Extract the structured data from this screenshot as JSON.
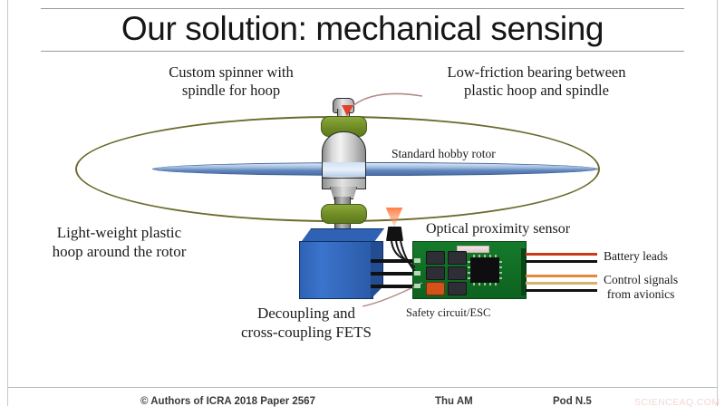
{
  "slide": {
    "title": "Our solution: mechanical sensing"
  },
  "annotations": {
    "spinner": "Custom spinner with\nspindle for hoop",
    "bearing": "Low-friction bearing between\nplastic hoop and spindle",
    "hoop": "Light-weight plastic\nhoop around the rotor",
    "rotor": "Standard hobby rotor",
    "optical_sensor": "Optical proximity sensor",
    "fets": "Decoupling and\ncross-coupling FETS",
    "safety_circuit": "Safety circuit/ESC",
    "battery_leads": "Battery leads",
    "control_signals": "Control signals\nfrom avionics"
  },
  "colors": {
    "hoop_green": "#6b6b2e",
    "bearing_green": "#6f8c26",
    "rotor_blue": "#5f86bd",
    "motor_blue": "#2f62b5",
    "pcb_green": "#157a2a",
    "led_orange": "#d3511a",
    "wire_red": "#cc3a1e",
    "wire_black": "#111111",
    "wire_orange": "#e08a3c",
    "wire_tan": "#d8b070",
    "leader_line": "#b08b86",
    "title_text": "#161616",
    "watermark": "#f3d7d7"
  },
  "footer": {
    "copyright": "© Authors of ICRA 2018 Paper 2567",
    "day": "Thu AM",
    "pod": "Pod N.5",
    "watermark": "SCIENCEAQ.COM"
  }
}
